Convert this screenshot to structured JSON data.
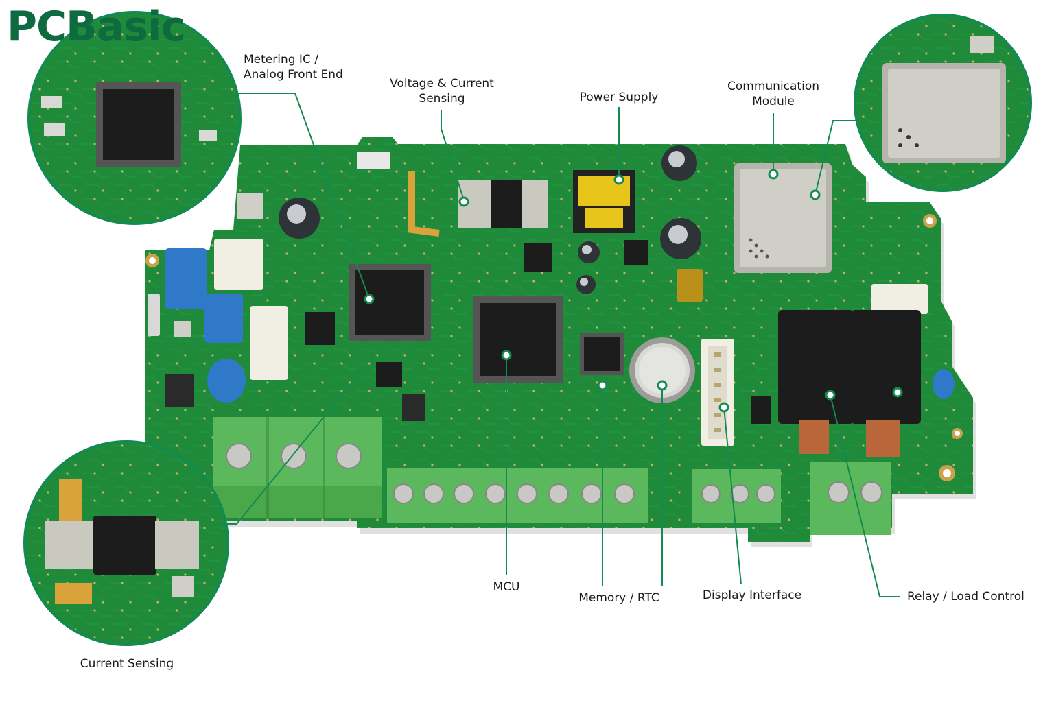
{
  "brand": {
    "logo_text": "PCBasic",
    "color": "#0d6b3f"
  },
  "colors": {
    "pcb_green": "#1e8a3a",
    "pcb_dark": "#14692a",
    "leader_line": "#138a4f",
    "terminal_green": "#5cb85c",
    "chip_black": "#1c1c1c",
    "capacitor_blue": "#2f79c8",
    "transformer_yellow": "#e8c51a"
  },
  "labels": {
    "metering_ic_line1": "Metering IC /",
    "metering_ic_line2": "Analog Front End",
    "voltage_current_line1": "Voltage & Current",
    "voltage_current_line2": "Sensing",
    "power_supply": "Power Supply",
    "communication_line1": "Communication",
    "communication_line2": "Module",
    "mcu": "MCU",
    "memory_rtc": "Memory /  RTC",
    "display_interface": "Display Interface",
    "relay_load_control": "Relay / Load Control",
    "current_sensing": "Current Sensing"
  },
  "icons": [
    "terminal-screw-icon",
    "chip-icon",
    "coin-cell-icon",
    "relay-icon"
  ]
}
